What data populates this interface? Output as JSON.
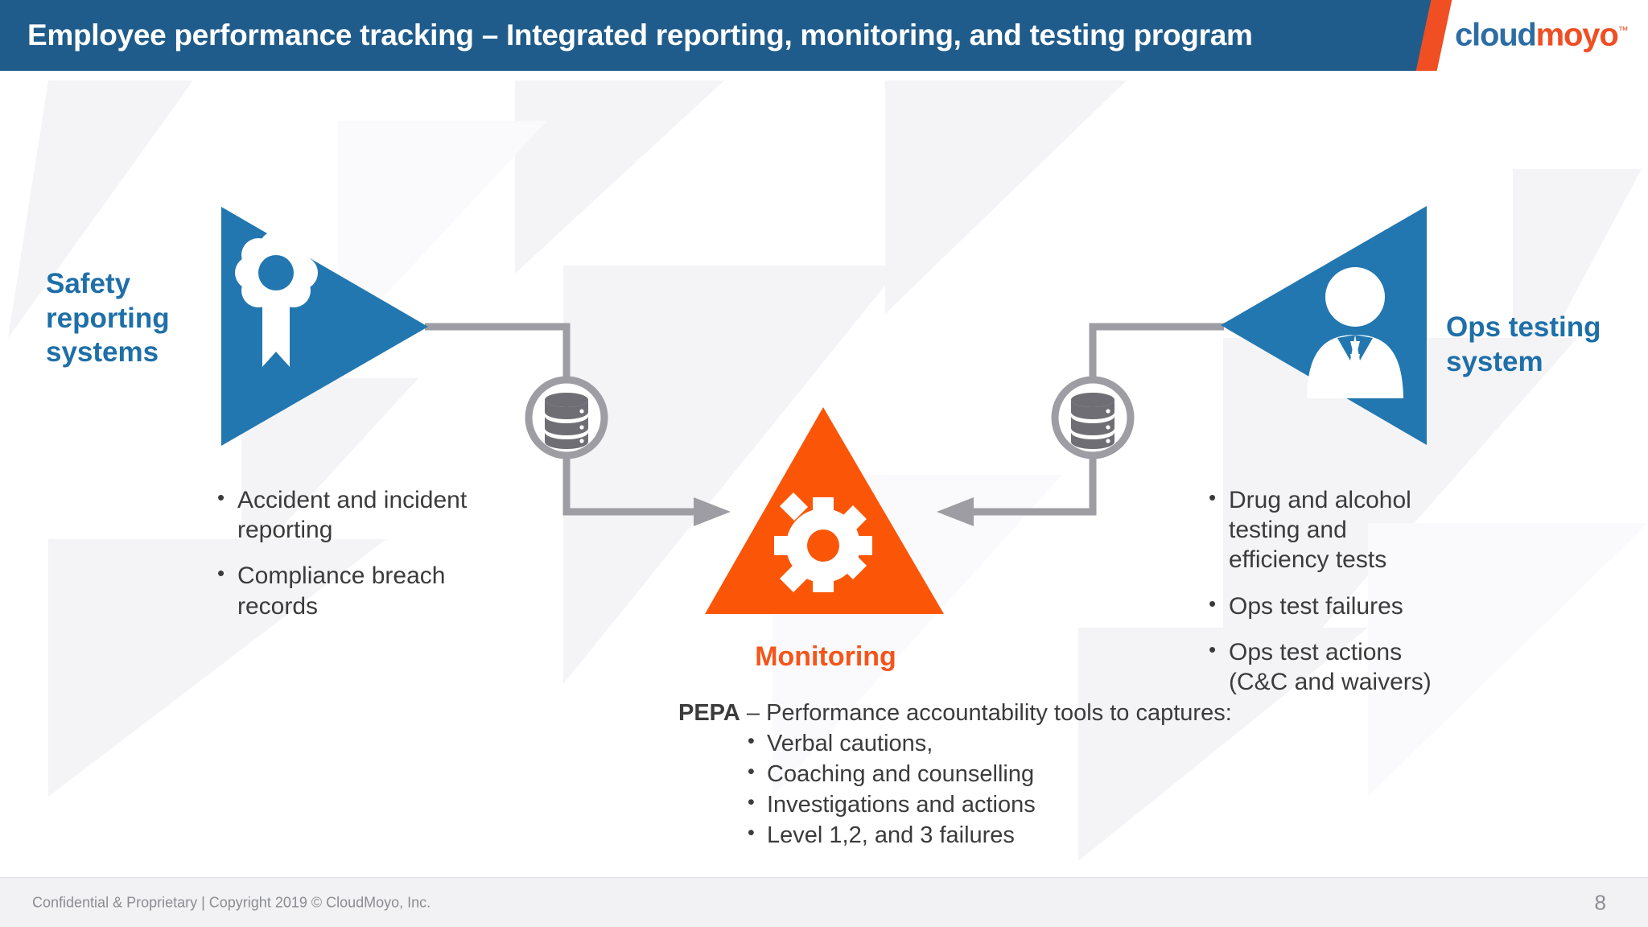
{
  "header": {
    "title": "Employee performance tracking – Integrated reporting, monitoring, and testing program",
    "logo_part1": "cloud",
    "logo_part2": "moyo",
    "logo_tm": "™",
    "bar_color": "#1F5C8B",
    "accent_color": "#F04E23"
  },
  "left_node": {
    "label": "Safety\nreporting\nsystems",
    "label_color": "#1F6FA8",
    "shape_color": "#2277B0",
    "icon": "award-rosette-icon",
    "bullets": [
      "Accident and incident reporting",
      "Compliance breach records"
    ]
  },
  "right_node": {
    "label": "Ops testing\nsystem",
    "label_color": "#1F6FA8",
    "shape_color": "#2277B0",
    "icon": "person-tie-icon",
    "bullets": [
      "Drug and alcohol testing and efficiency tests",
      "Ops test failures",
      "Ops test actions (C&C and waivers)"
    ]
  },
  "center_node": {
    "caption": "Monitoring",
    "caption_color": "#F4551A",
    "shape_color": "#FB5607",
    "icon": "gear-icon"
  },
  "connectors": {
    "left_db_icon": "database-icon",
    "right_db_icon": "database-icon",
    "line_color": "#9D9DA3"
  },
  "pepa": {
    "acronym": "PEPA",
    "headline": " – Performance accountability tools to captures:",
    "items": [
      "Verbal cautions,",
      "Coaching and counselling",
      "Investigations and actions",
      "Level 1,2, and 3 failures"
    ]
  },
  "footer": {
    "text": "Confidential & Proprietary  | Copyright 2019 © CloudMoyo, Inc.",
    "page_number": "8"
  }
}
